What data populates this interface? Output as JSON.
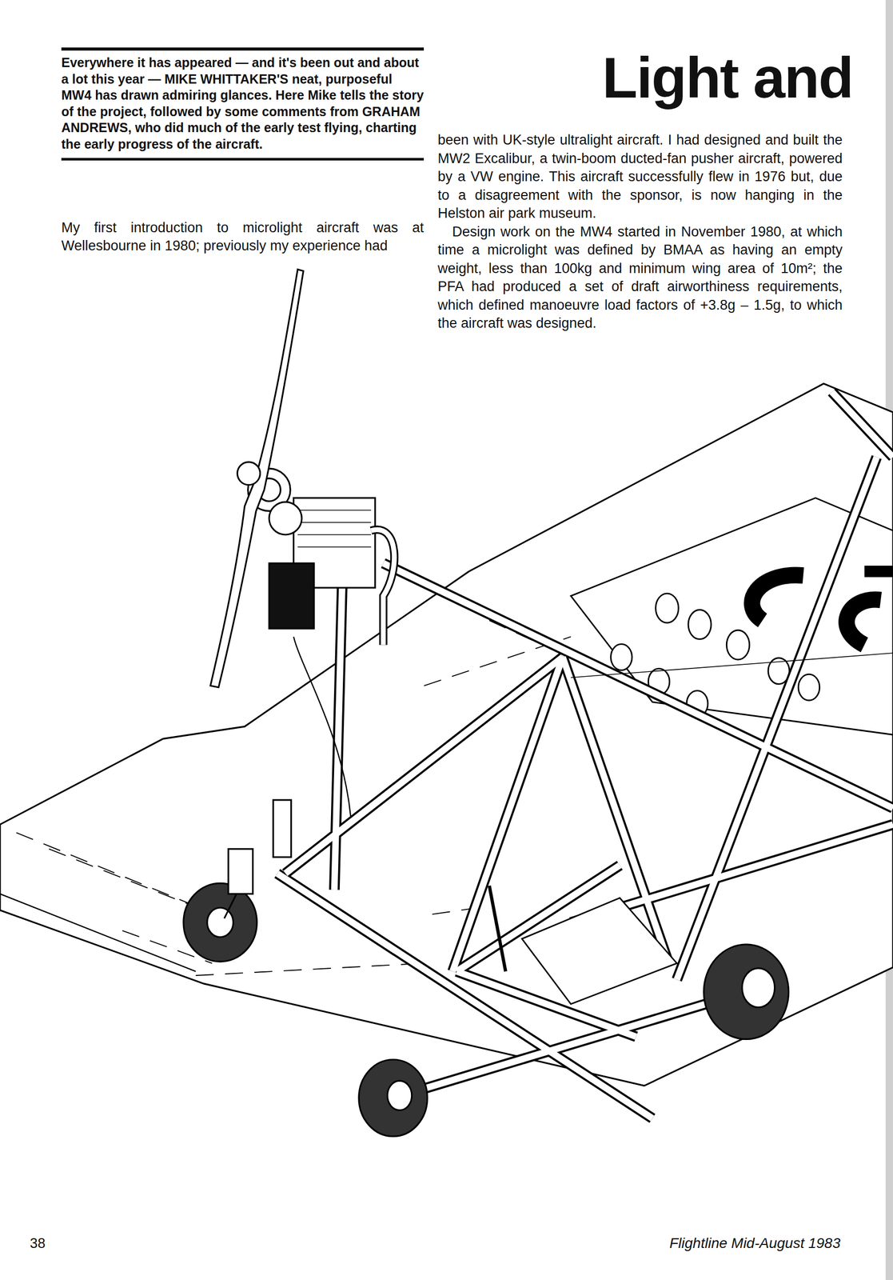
{
  "diagram": {
    "title": "Light and",
    "labels": [
      "Everywhere it has appeared — and it's been out and about a lot this year — MIKE WHITTAKER'S neat, purposeful MW4 has drawn admiring glances. Here Mike tells the story of the project, followed by some comments from GRAHAM ANDREWS, who did much of the early test flying, charting the early progress of the aircraft.",
      "My first introduction to microlight aircraft was at Wellesbourne in 1980; previously my experience had",
      "been with UK-style ultralight aircraft. I had designed and built the MW2 Excalibur, a twin-boom ducted-fan pusher aircraft, powered by a VW engine. This aircraft successfully flew in 1976 but, due to a disagreement with the sponsor, is now hanging in the Helston air park museum.",
      "Design work on the MW4 started in November 1980, at which time a microlight was defined by BMAA as having an empty weight, less than 100kg and minimum wing area of 10m²; the PFA had produced a set of draft airworthiness requirements, which defined manoeuvre load factors of +3.8g – 1.5g, to which the aircraft was designed.",
      "38",
      "Flightline Mid-August 1983"
    ]
  }
}
